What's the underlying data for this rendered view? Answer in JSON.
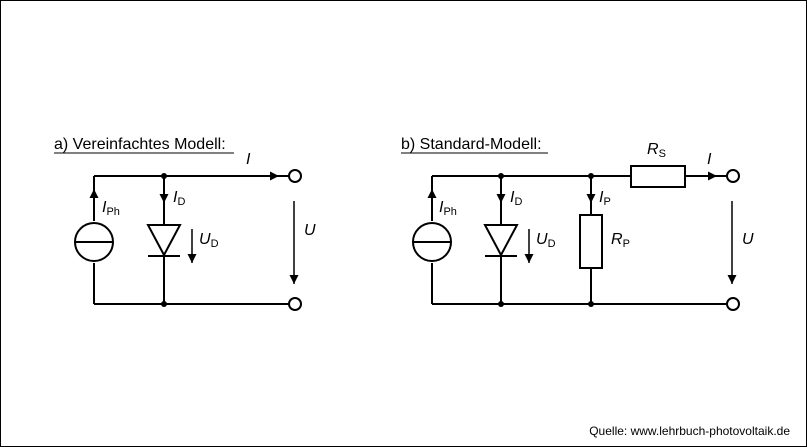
{
  "diagram": {
    "panel_a": {
      "heading": "a) Vereinfachtes Modell:",
      "current_out": "I",
      "voltage": "U",
      "photo_current": {
        "main": "I",
        "sub": "Ph"
      },
      "diode_current": {
        "main": "I",
        "sub": "D"
      },
      "diode_voltage": {
        "main": "U",
        "sub": "D"
      }
    },
    "panel_b": {
      "heading": "b) Standard-Modell:",
      "current_out": "I",
      "voltage": "U",
      "photo_current": {
        "main": "I",
        "sub": "Ph"
      },
      "diode_current": {
        "main": "I",
        "sub": "D"
      },
      "diode_voltage": {
        "main": "U",
        "sub": "D"
      },
      "parallel_current": {
        "main": "I",
        "sub": "P"
      },
      "series_resistor": {
        "main": "R",
        "sub": "S"
      },
      "parallel_resistor": {
        "main": "R",
        "sub": "P"
      }
    },
    "source": "Quelle: www.lehrbuch-photovoltaik.de"
  }
}
